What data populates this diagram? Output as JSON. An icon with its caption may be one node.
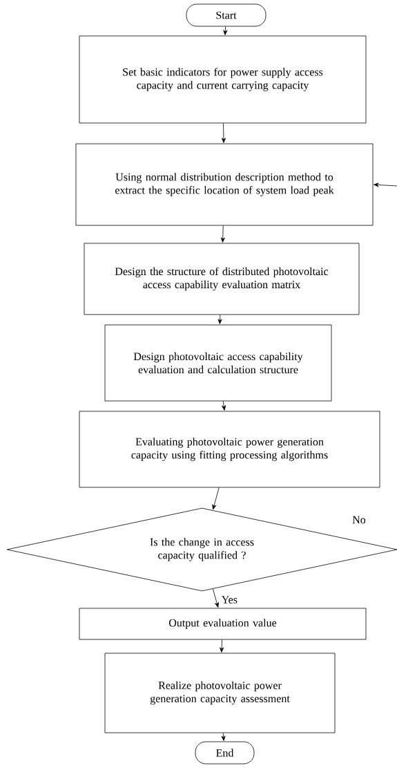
{
  "diagram": {
    "nodes": [
      {
        "text": [
          "Start"
        ]
      },
      {
        "text": [
          "Set basic indicators for power supply access capacity and current carrying capacity"
        ]
      },
      {
        "text": [
          "Using normal distribution description method to extract the specific location of system load peak"
        ]
      },
      {
        "text": [
          "Design the structure of distributed photovoltaic access capability evaluation matrix"
        ]
      },
      {
        "text": [
          "Design photovoltaic access capability evaluation and calculation structure"
        ]
      },
      {
        "text": [
          "Evaluating photovoltaic power generation capacity using fitting processing algorithms"
        ]
      },
      {
        "text": [
          "Is the change in access capacity qualified ?"
        ]
      },
      {
        "text": [
          "Output evaluation value"
        ]
      },
      {
        "text": [
          "Realize photovoltaic power generation capacity assessment"
        ]
      },
      {
        "text": [
          "End"
        ]
      }
    ],
    "edges": [
      {
        "from": 0,
        "to": 1,
        "arrow": "to"
      },
      {
        "from": 1,
        "to": 2,
        "arrow": "to"
      },
      {
        "from": 2,
        "to": 3,
        "arrow": "to"
      },
      {
        "from": 3,
        "to": 4,
        "arrow": "to"
      },
      {
        "from": 4,
        "to": 5,
        "arrow": "to"
      },
      {
        "from": 5,
        "to": 6,
        "arrow": "to"
      },
      {
        "from": 6,
        "to": 7,
        "arrow": "to",
        "label": "Yes"
      },
      {
        "from": 7,
        "to": 8,
        "arrow": "to"
      },
      {
        "from": 8,
        "to": 9,
        "arrow": "to"
      },
      {
        "from": null,
        "to": 2,
        "arrow": "to"
      }
    ],
    "labels": [
      "No"
    ]
  }
}
